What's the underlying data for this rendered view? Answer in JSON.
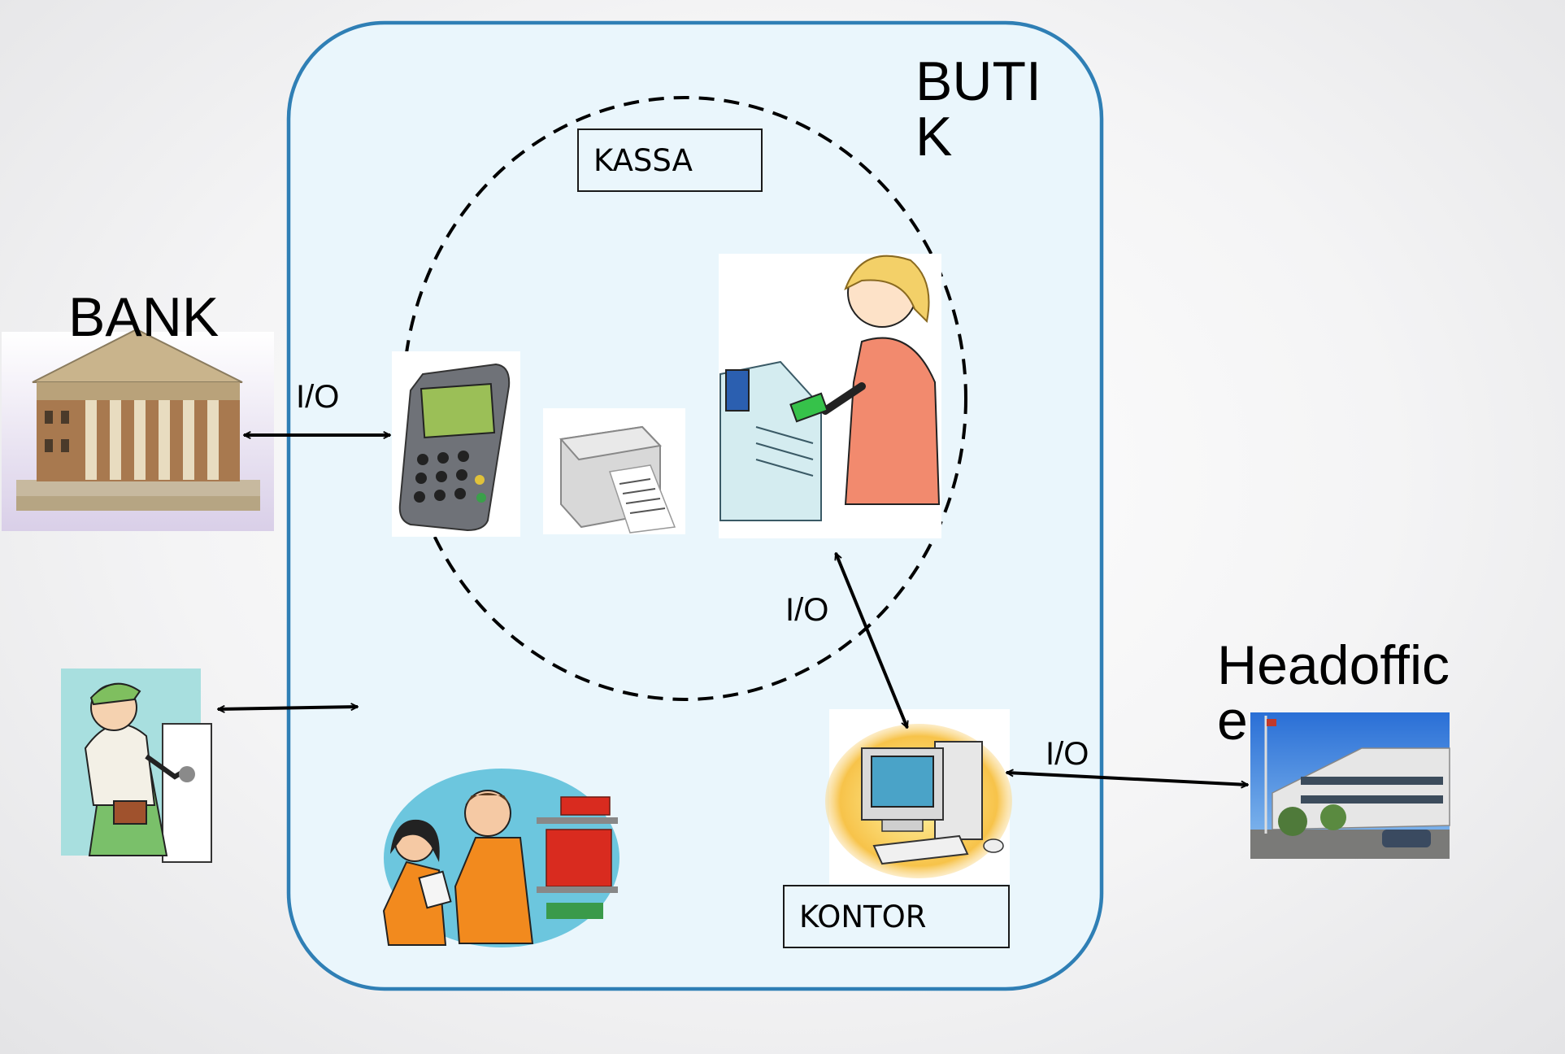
{
  "labels": {
    "butik": "BUTI\nK",
    "kassa": "KASSA",
    "bank": "BANK",
    "headoffice": "Headoffic\ne",
    "kontor": "KONTOR",
    "io_bank": "I/O",
    "io_kassa_kontor": "I/O",
    "io_headoffice": "I/O"
  },
  "nodes": [
    {
      "id": "bank",
      "image": "bank-building"
    },
    {
      "id": "card-terminal",
      "image": "payment-card-terminal"
    },
    {
      "id": "receipt-printer",
      "image": "receipt-printer"
    },
    {
      "id": "cashier",
      "image": "cashier-at-register"
    },
    {
      "id": "kontor",
      "image": "desktop-computer"
    },
    {
      "id": "headoffice",
      "image": "office-building"
    },
    {
      "id": "supplier",
      "image": "plumber-worker"
    },
    {
      "id": "shop-staff",
      "image": "shop-workers-at-shelves"
    }
  ],
  "connections": [
    {
      "from": "bank",
      "to": "card-terminal",
      "label": "I/O",
      "bidirectional": true
    },
    {
      "from": "cashier",
      "to": "kontor",
      "label": "I/O",
      "bidirectional": true
    },
    {
      "from": "kontor",
      "to": "headoffice",
      "label": "I/O",
      "bidirectional": true
    },
    {
      "from": "supplier",
      "to": "butik",
      "label": "",
      "bidirectional": true
    }
  ],
  "colors": {
    "butik_fill": "#eaf6fc",
    "butik_border": "#2f7fb5",
    "kassa_circle": "#000000",
    "arrow": "#000000"
  }
}
